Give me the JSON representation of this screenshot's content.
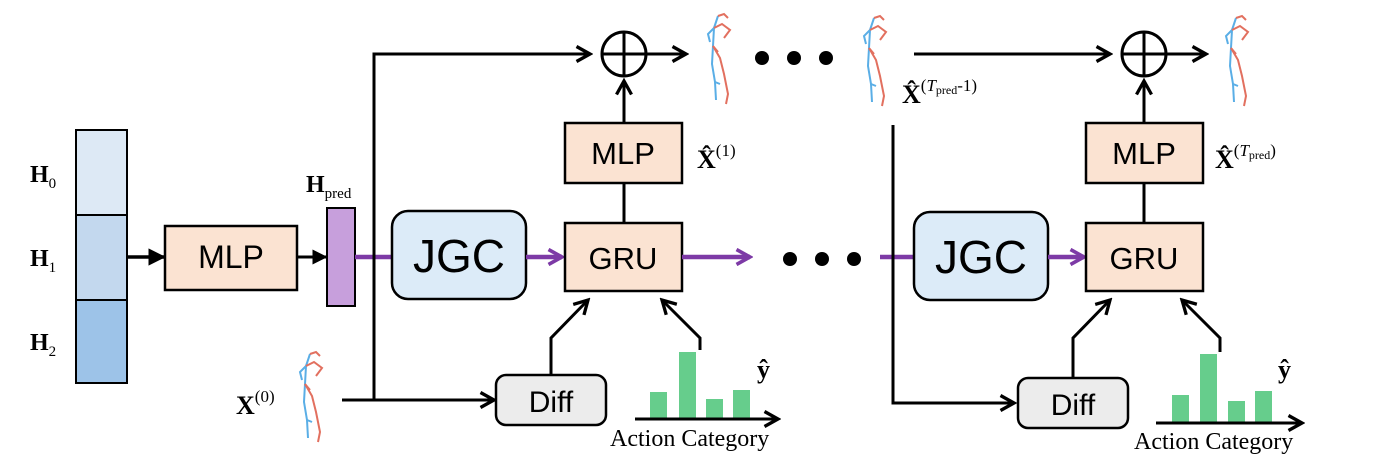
{
  "h_stack": {
    "h0": "H",
    "h0_sub": "0",
    "h1": "H",
    "h1_sub": "1",
    "h2": "H",
    "h2_sub": "2"
  },
  "h_pred": {
    "main": "H",
    "sub": "pred"
  },
  "modules": {
    "mlp_input": "MLP",
    "jgc_1": "JGC",
    "gru_1": "GRU",
    "mlp_1": "MLP",
    "diff_1": "Diff",
    "jgc_2": "JGC",
    "gru_2": "GRU",
    "mlp_2": "MLP",
    "diff_2": "Diff"
  },
  "labels": {
    "x0_main": "X",
    "x0_sup": "(0)",
    "xhat1_main": "X̂",
    "xhat1_sup": "(1)",
    "xhat_prev_main": "X̂",
    "xhat_prev_sup_T": "T",
    "xhat_prev_sup_pred": "pred",
    "xhat_prev_sup_tail": "-1)",
    "xhat_prev_sup_open": "(",
    "xhat_T_main": "X̂",
    "xhat_T_sup_open": "(",
    "xhat_T_sup_T": "T",
    "xhat_T_sup_pred": "pred",
    "xhat_T_sup_close": ")",
    "yhat_1": "ŷ",
    "yhat_2": "ŷ",
    "action_category_1": "Action Category",
    "action_category_2": "Action Category"
  },
  "colors": {
    "h0": "#dde9f5",
    "h1": "#c3d8ee",
    "h2": "#9dc3e8",
    "h_pred": "#c79fdc",
    "mlp": "#fbe3d2",
    "jgc": "#dcebf8",
    "diff": "#ececec",
    "purple_arrow": "#7d3aa6",
    "bars": "#66cd8c",
    "skeleton_blue": "#5aaee6",
    "skeleton_red": "#e2705f"
  },
  "icons": {
    "sum": "circled-plus-icon",
    "ellipsis": "ellipsis-dots",
    "skeleton": "human-pose-skeleton-icon"
  }
}
